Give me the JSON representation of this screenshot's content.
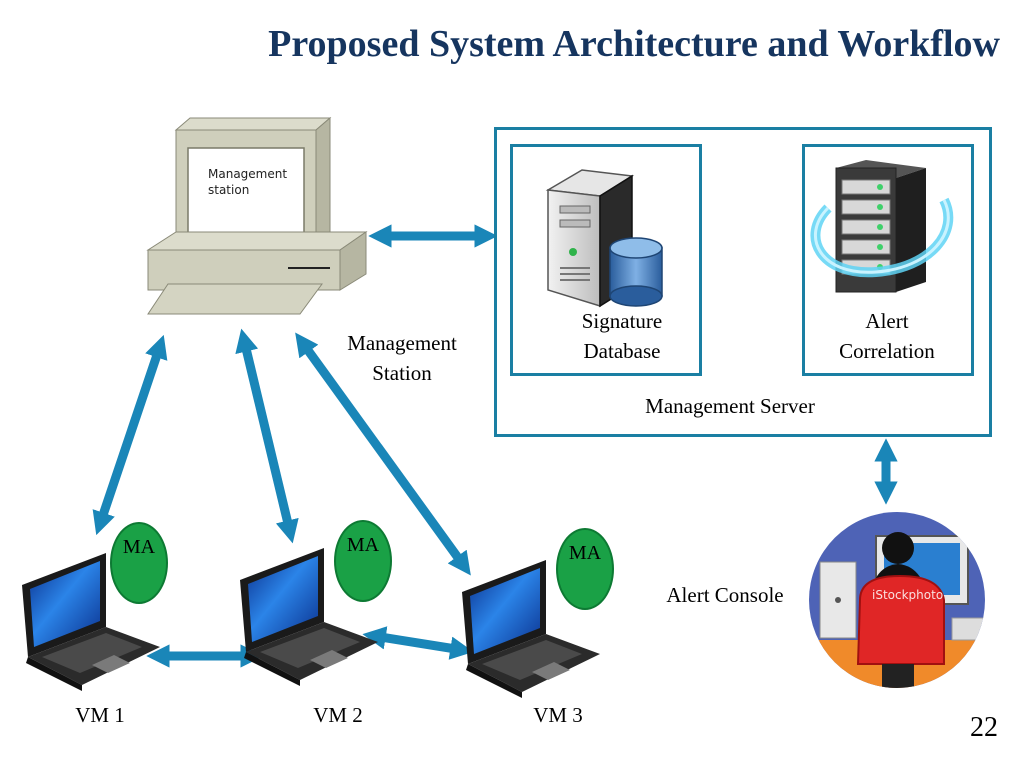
{
  "title": "Proposed System Architecture and Workflow",
  "management_station": {
    "screen_text_line1": "Management",
    "screen_text_line2": "station",
    "label_line1": "Management",
    "label_line2": "Station"
  },
  "management_server": {
    "label": "Management Server",
    "signature_db": {
      "line1": "Signature",
      "line2": "Database"
    },
    "alert_correlation": {
      "line1": "Alert",
      "line2": "Correlation"
    }
  },
  "alert_console": {
    "label": "Alert Console",
    "watermark": "iStockphoto"
  },
  "vms": [
    {
      "label": "VM 1",
      "agent": "MA"
    },
    {
      "label": "VM 2",
      "agent": "MA"
    },
    {
      "label": "VM 3",
      "agent": "MA"
    }
  ],
  "page_number": "22",
  "colors": {
    "title": "#16355f",
    "arrow": "#1a86b8",
    "box_border": "#1a7fa3",
    "agent": "#1aa146"
  }
}
